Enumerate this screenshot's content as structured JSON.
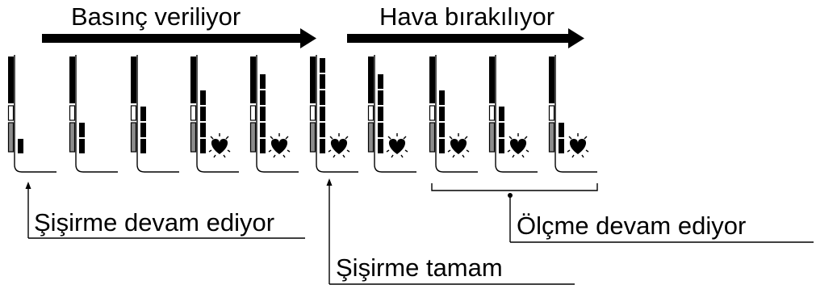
{
  "arrows": {
    "left_label": "Basınç veriliyor",
    "right_label": "Hava bırakılıyor"
  },
  "callouts": {
    "inflating": "Şişirme devam ediyor",
    "inflation_complete": "Şişirme tamam",
    "measuring": "Ölçme devam ediyor"
  },
  "panels": [
    {
      "bar_level": 1,
      "heart": false
    },
    {
      "bar_level": 2,
      "heart": false
    },
    {
      "bar_level": 3,
      "heart": false
    },
    {
      "bar_level": 4,
      "heart": true
    },
    {
      "bar_level": 5,
      "heart": true
    },
    {
      "bar_level": 6,
      "heart": true
    },
    {
      "bar_level": 5,
      "heart": true
    },
    {
      "bar_level": 4,
      "heart": true
    },
    {
      "bar_level": 3,
      "heart": true
    },
    {
      "bar_level": 2,
      "heart": true
    }
  ],
  "colors": {
    "ink": "#000000",
    "segment_gray": "#8c8c8c",
    "background": "#ffffff"
  },
  "icons": {
    "heart": "heart-pulse-icon"
  }
}
